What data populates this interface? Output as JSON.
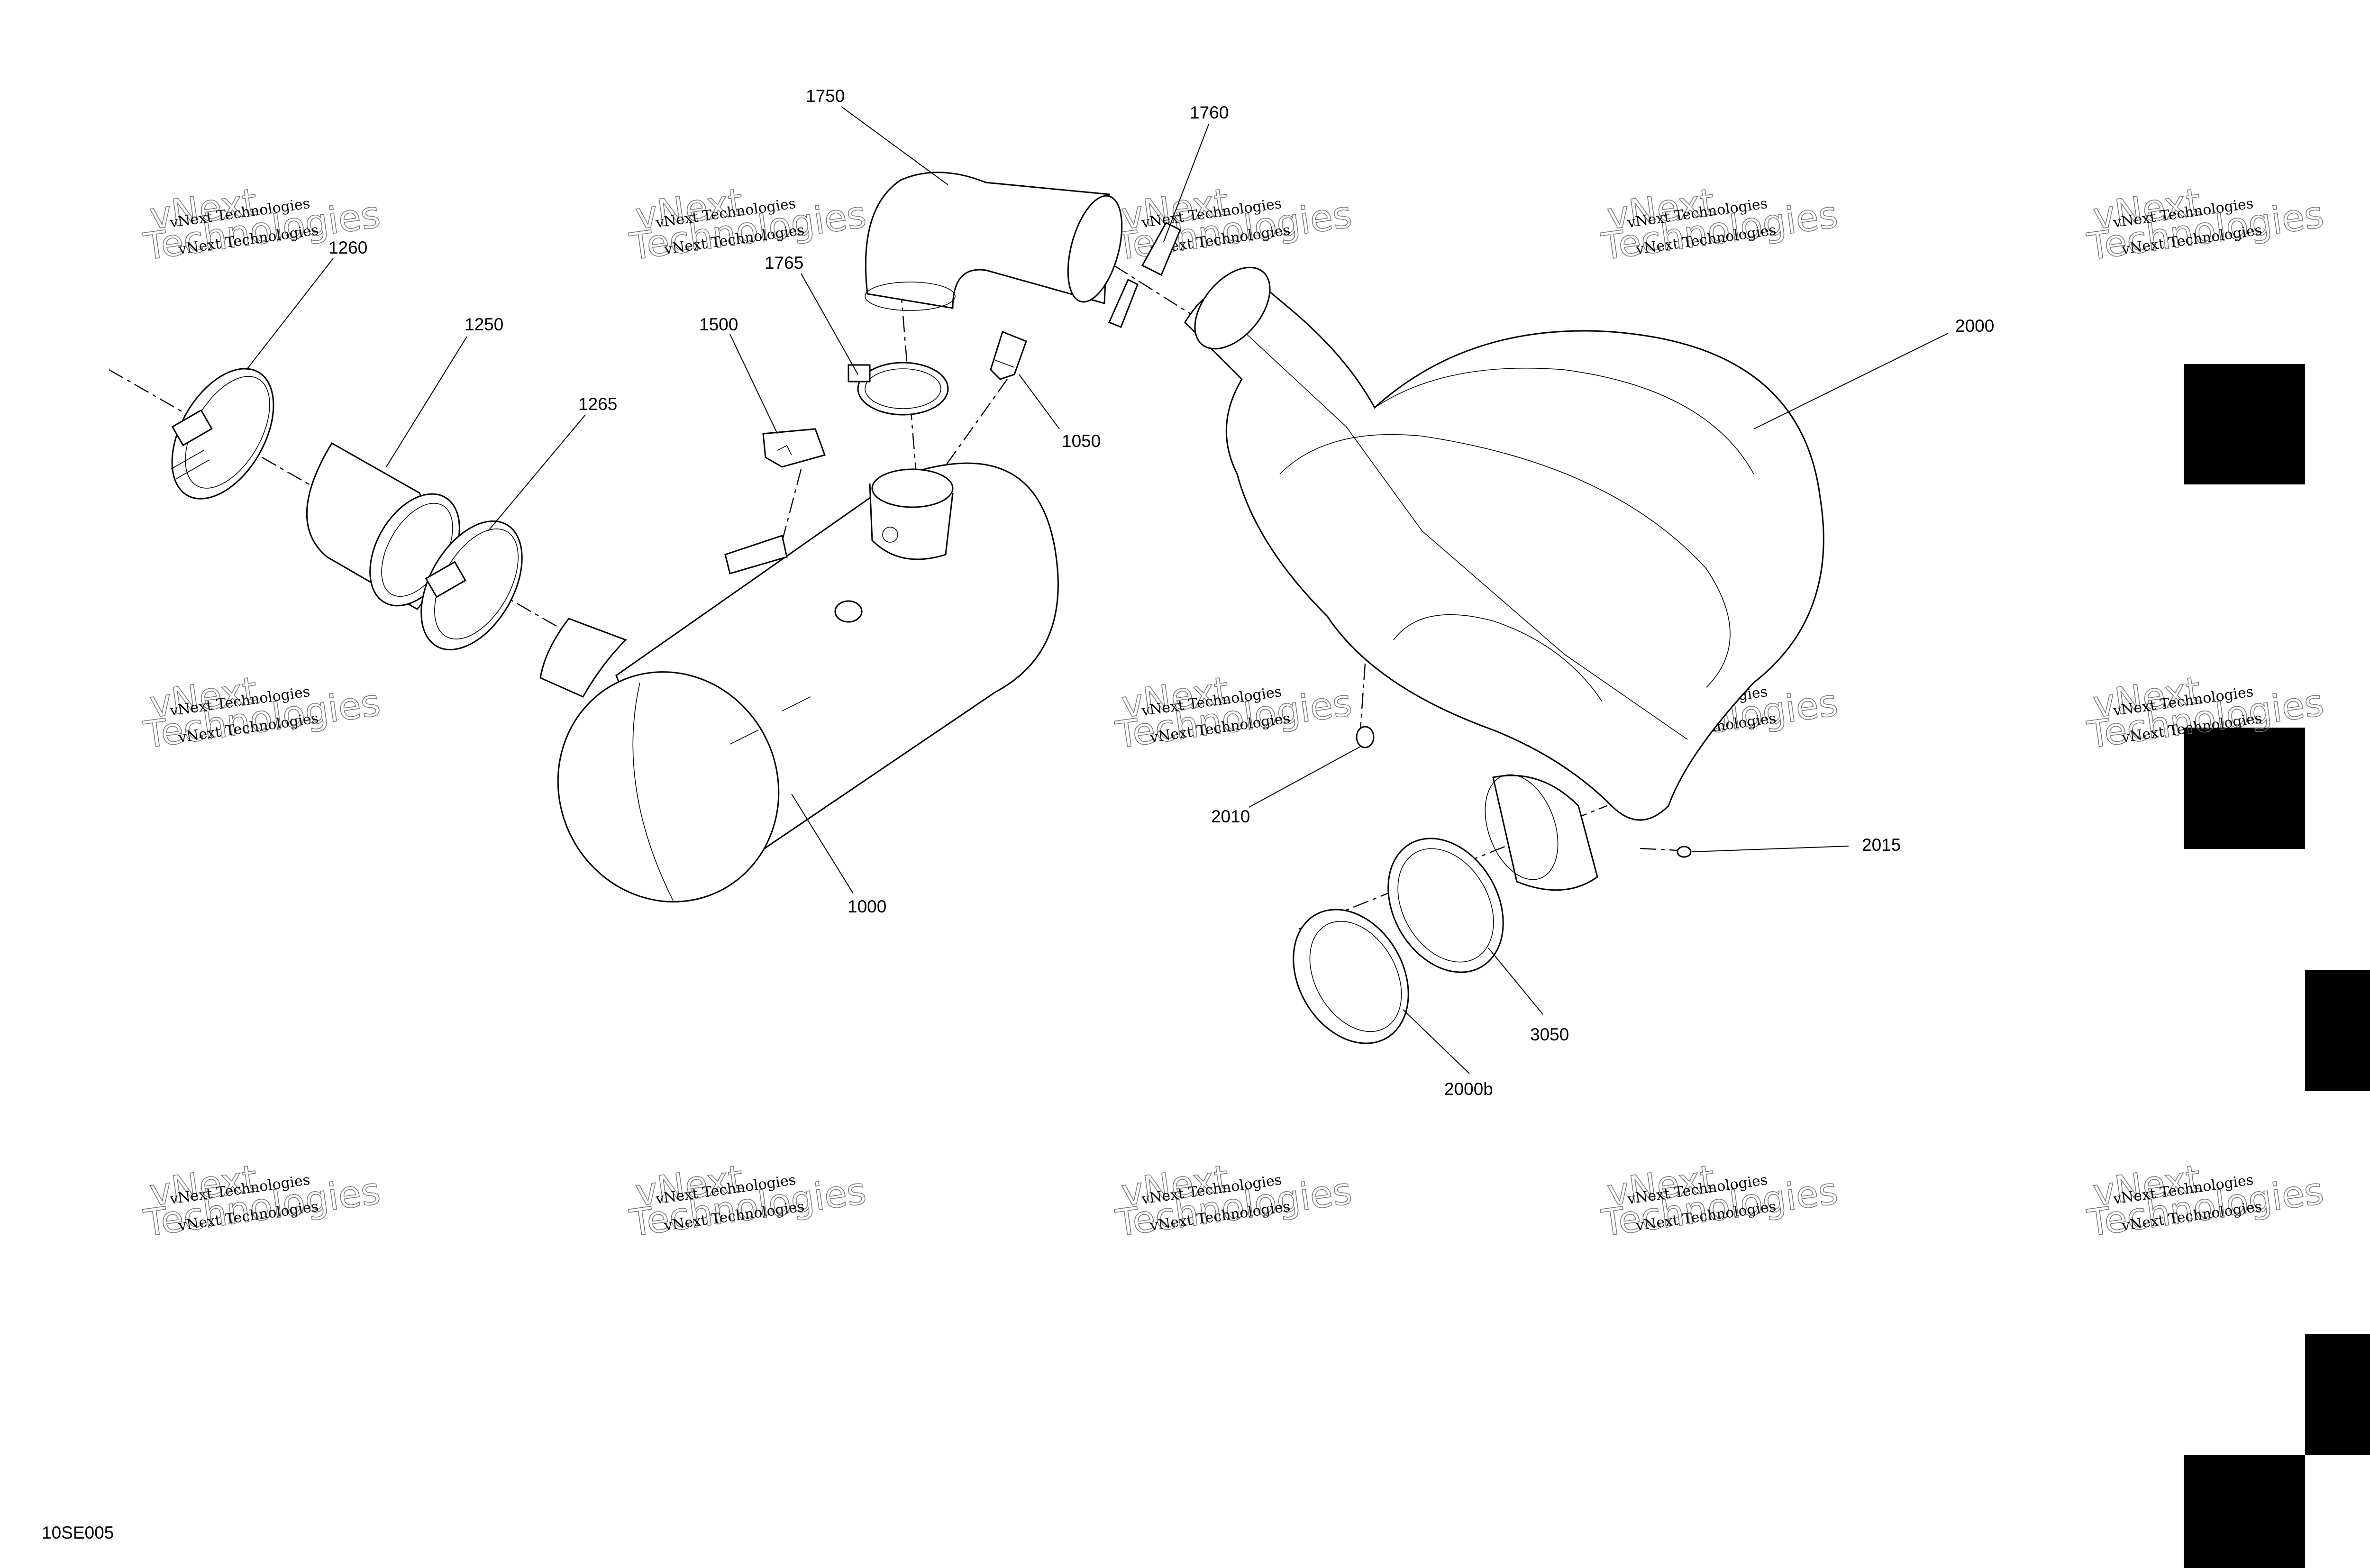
{
  "diagram_code": "10SE005",
  "watermark": {
    "line1": "vNext Technologies",
    "line2": "vNext",
    "line3": "Technologies"
  },
  "callouts": [
    {
      "id": "1750",
      "text": "1750"
    },
    {
      "id": "1760",
      "text": "1760"
    },
    {
      "id": "1260",
      "text": "1260"
    },
    {
      "id": "1250",
      "text": "1250"
    },
    {
      "id": "1765",
      "text": "1765"
    },
    {
      "id": "1500",
      "text": "1500"
    },
    {
      "id": "1265",
      "text": "1265"
    },
    {
      "id": "1050",
      "text": "1050"
    },
    {
      "id": "2000",
      "text": "2000"
    },
    {
      "id": "2010",
      "text": "2010"
    },
    {
      "id": "2015",
      "text": "2015"
    },
    {
      "id": "1000",
      "text": "1000"
    },
    {
      "id": "3050",
      "text": "3050"
    },
    {
      "id": "2000b",
      "text": "2000b"
    }
  ],
  "colors": {
    "line": "#000000",
    "background": "#ffffff",
    "block": "#000000"
  }
}
